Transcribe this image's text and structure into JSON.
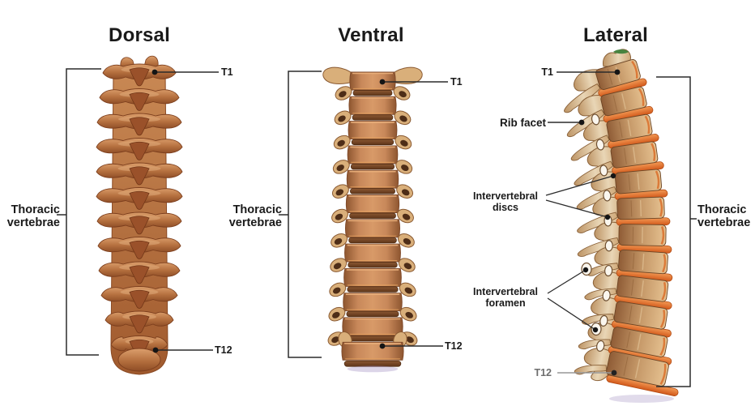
{
  "panels": {
    "dorsal": {
      "title": "Dorsal",
      "bracket_label": "Thoracic vertebrae",
      "annotations": {
        "t1": "T1",
        "t12": "T12"
      }
    },
    "ventral": {
      "title": "Ventral",
      "bracket_label": "Thoracic vertebrae",
      "annotations": {
        "t1": "T1",
        "t12": "T12"
      }
    },
    "lateral": {
      "title": "Lateral",
      "bracket_label": "Thoracic vertebrae",
      "annotations": {
        "t1": "T1",
        "rib_facet": "Rib facet",
        "intervertebral_discs": "Intervertebral discs",
        "intervertebral_foramen": "Intervertebral foramen",
        "t12": "T12"
      }
    }
  },
  "palette": {
    "background": "#ffffff",
    "bone_copper": "#b46f3e",
    "bone_copper_light": "#dc9f6c",
    "bone_copper_dark": "#8e4d26",
    "bone_tan": "#d9af7a",
    "bone_pale": "#e9d6b6",
    "disc_dark_brown": "#6e4126",
    "disc_orange": "#e0702c",
    "label_text": "#1a1a1a",
    "leader_line": "#2b2b2b",
    "t12_lateral_text": "#6e6e6e"
  }
}
